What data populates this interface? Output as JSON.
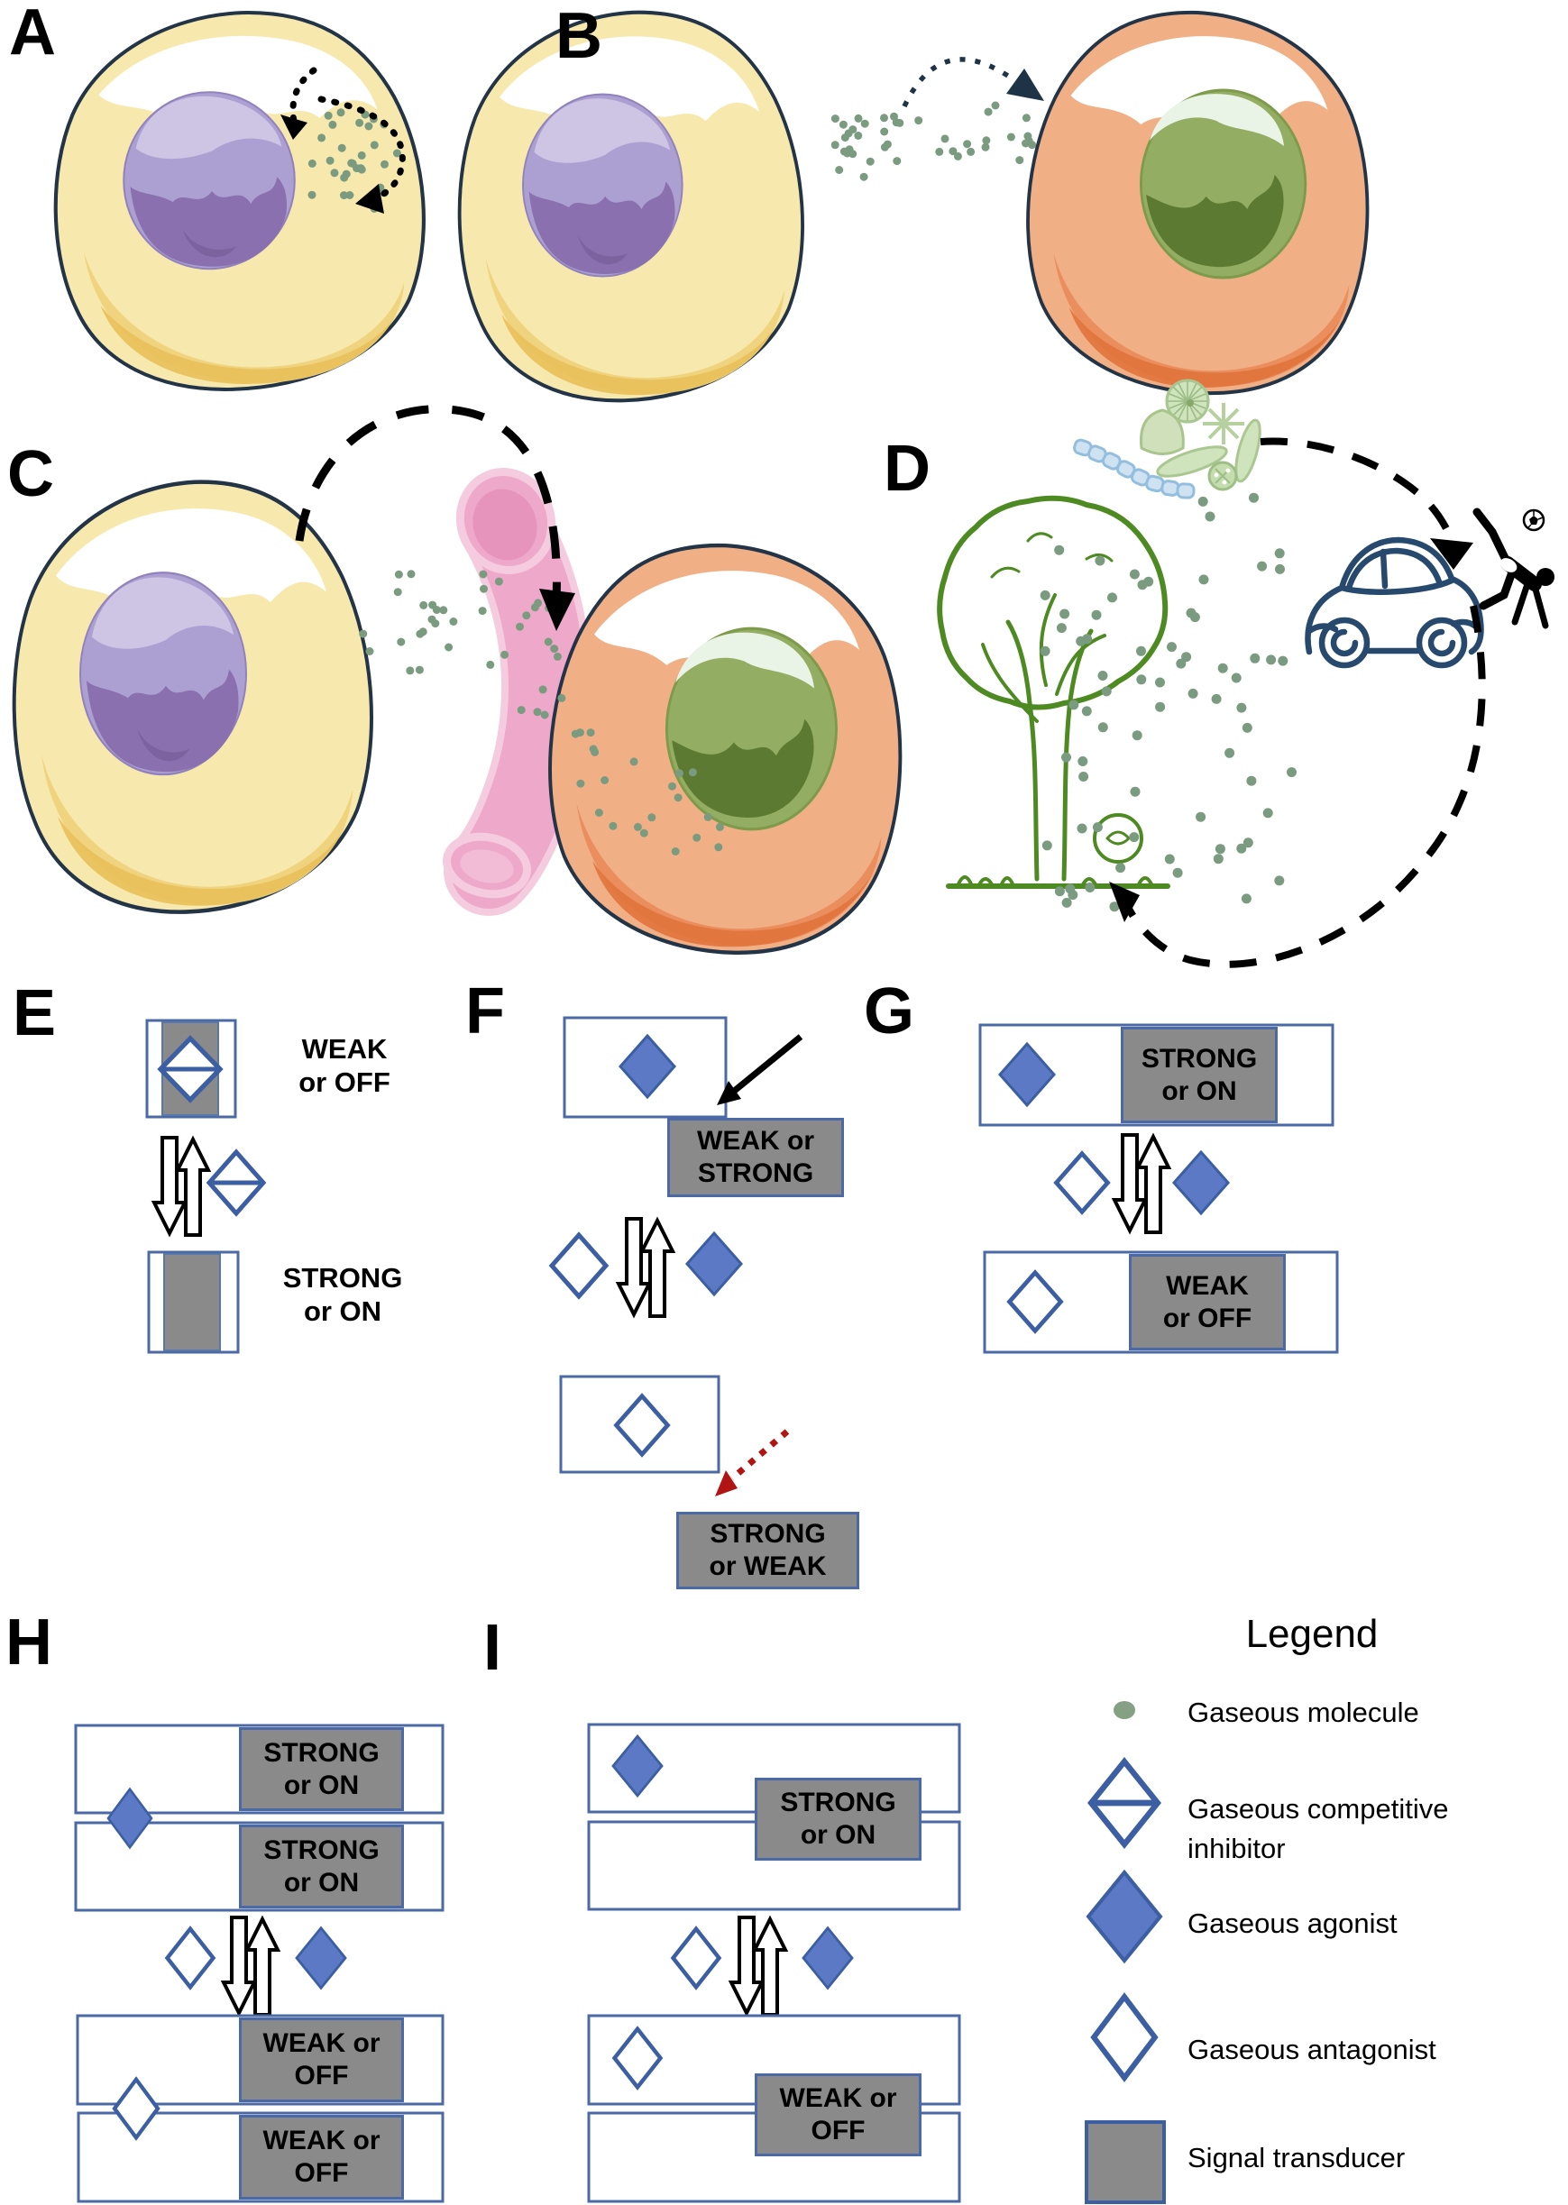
{
  "panel_letters": {
    "a": "A",
    "b": "B",
    "c": "C",
    "d": "D",
    "e": "E",
    "f": "F",
    "g": "G",
    "h": "H",
    "i": "I"
  },
  "state_labels": {
    "e_top": "WEAK\nor OFF",
    "e_bottom": "STRONG\nor ON",
    "f_top": "WEAK or\nSTRONG",
    "f_bottom": "STRONG\nor WEAK",
    "g_top": "STRONG\nor ON",
    "g_bottom": "WEAK\nor OFF",
    "h_top1": "STRONG\nor ON",
    "h_top2": "STRONG\nor ON",
    "h_bottom1": "WEAK or\nOFF",
    "h_bottom2": "WEAK or\nOFF",
    "i_top": "STRONG\nor ON",
    "i_bottom": "WEAK or\nOFF"
  },
  "legend": {
    "title": "Legend",
    "items": [
      {
        "icon": "gaseous-molecule-dot-icon",
        "label": "Gaseous molecule"
      },
      {
        "icon": "competitive-inhibitor-diamond-icon",
        "label": "Gaseous competitive inhibitor"
      },
      {
        "icon": "agonist-diamond-icon",
        "label": "Gaseous agonist"
      },
      {
        "icon": "antagonist-diamond-icon",
        "label": "Gaseous antagonist"
      },
      {
        "icon": "signal-transducer-box-icon",
        "label": "Signal transducer"
      }
    ]
  },
  "colors": {
    "diamond_fill": "#5b79c4",
    "diamond_outline": "#3c5ea2",
    "transducer_gray": "#8a8a8a",
    "receptor_outline": "#4a69a5",
    "gaseous_dot": "#7b9b80",
    "red_arrow": "#b01513",
    "cell_yellow": "#f7e9ae",
    "cell_orange": "#f1af86",
    "nucleus_purple": "#aca0d2",
    "nucleus_green": "#93ad62",
    "vessel_pink": "#eda8ca",
    "tree_green": "#4e8a22",
    "car_navy": "#27496d",
    "cell_outline": "#233447",
    "dotted_arc_navy": "#1f3346"
  }
}
